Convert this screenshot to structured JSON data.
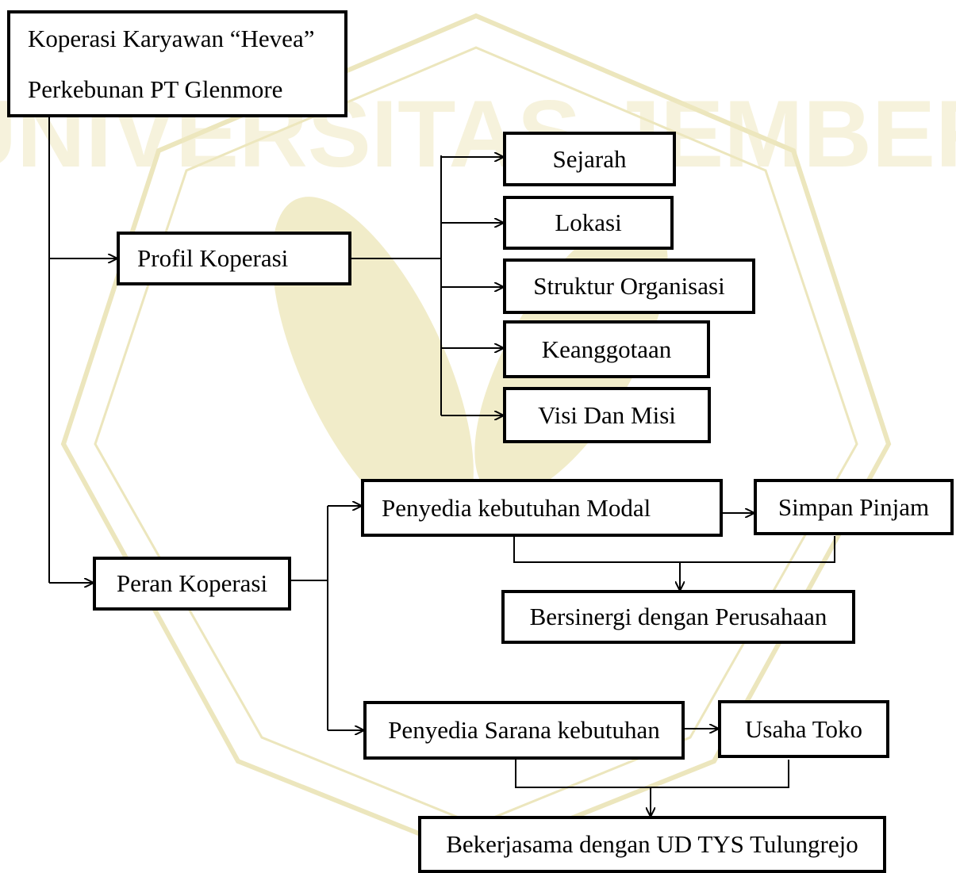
{
  "diagram": {
    "root": {
      "line1": "Koperasi Karyawan “Hevea”",
      "line2": "Perkebunan PT Glenmore"
    },
    "profil": {
      "label": "Profil Koperasi",
      "items": [
        "Sejarah",
        "Lokasi",
        "Struktur Organisasi",
        "Keanggotaan",
        "Visi Dan Misi"
      ]
    },
    "peran": {
      "label": "Peran Koperasi",
      "modal": "Penyedia kebutuhan Modal",
      "simpan": "Simpan Pinjam",
      "sinergi": "Bersinergi dengan Perusahaan",
      "sarana": "Penyedia Sarana kebutuhan",
      "toko": "Usaha Toko",
      "kerjasama": "Bekerjasama dengan UD TYS Tulungrejo"
    }
  },
  "watermark": {
    "text": "UNIVERSITAS JEMBER",
    "color": "#e7dfa6"
  }
}
